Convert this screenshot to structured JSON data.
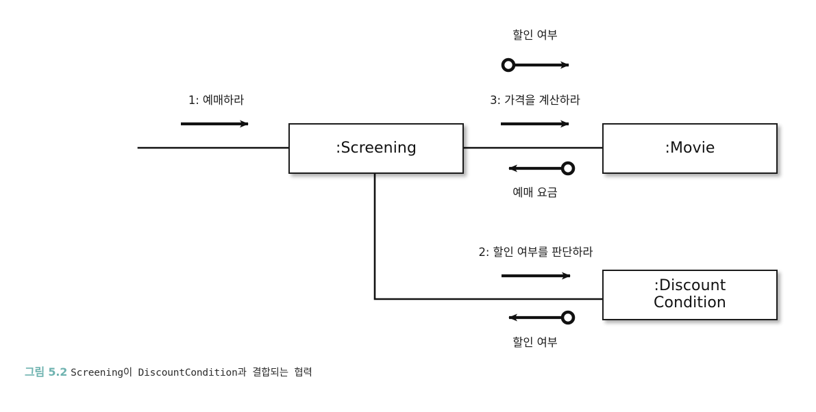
{
  "diagram": {
    "type": "uml-communication-diagram",
    "stroke_color": "#1b1b1b",
    "nodes": [
      {
        "id": "screening",
        "label": ":Screening"
      },
      {
        "id": "movie",
        "label": ":Movie"
      },
      {
        "id": "discount_condition",
        "label": ":Discount\nCondition"
      }
    ],
    "messages": [
      {
        "id": "m1",
        "label": "1: 예매하라",
        "direction": "to-screening"
      },
      {
        "id": "m3",
        "label": "3: 가격을 계산하라",
        "direction": "screening-to-movie"
      },
      {
        "id": "m3_arg",
        "label": "할인 여부",
        "direction": "argument-to-movie"
      },
      {
        "id": "m3_ret",
        "label": "예매 요금",
        "direction": "movie-to-screening-return"
      },
      {
        "id": "m2",
        "label": "2: 할인 여부를 판단하라",
        "direction": "screening-to-discount"
      },
      {
        "id": "m2_ret",
        "label": "할인 여부",
        "direction": "discount-to-screening-return"
      }
    ]
  },
  "caption": {
    "figure_number": "그림 5.2",
    "figure_number_color": "#6fb3b0",
    "text": "Screening이 DiscountCondition과 결합되는 협력"
  }
}
